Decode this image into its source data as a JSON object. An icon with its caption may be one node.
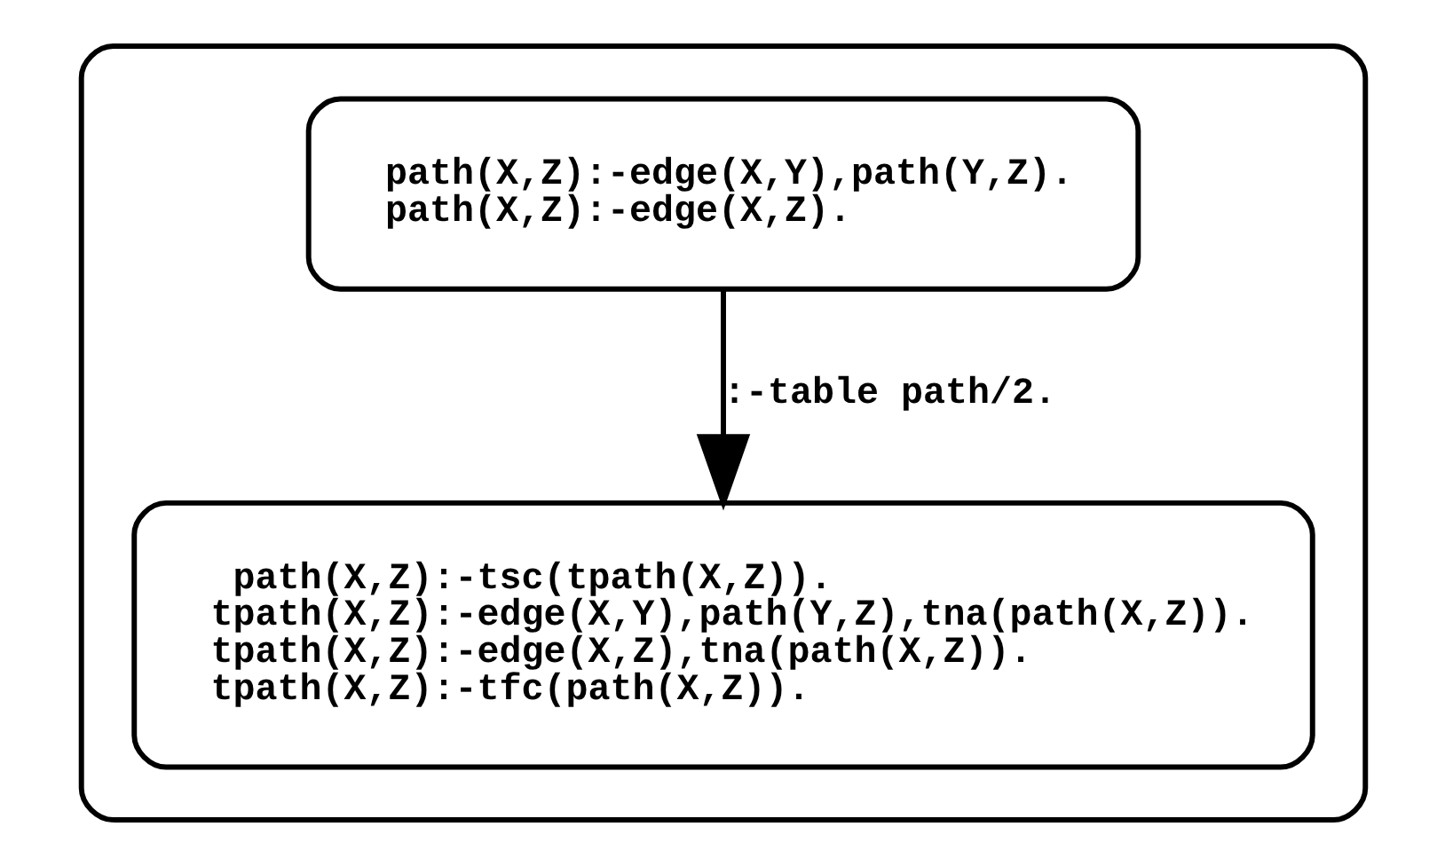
{
  "diagram": {
    "nodes": [
      {
        "text": [],
        "shape": "box"
      },
      {
        "text": [
          "path(X,Z):-edge(X,Y),path(Y,Z).",
          "path(X,Z):-edge(X,Z)."
        ],
        "in": 0
      },
      {
        "text": [
          " path(X,Z):-tsc(tpath(X,Z)).",
          "tpath(X,Z):-edge(X,Y),path(Y,Z),tna(path(X,Z)).",
          "tpath(X,Z):-edge(X,Z),tna(path(X,Z)).",
          "tpath(X,Z):-tfc(path(X,Z))."
        ],
        "in": 0
      }
    ],
    "edges": [
      {
        "from": 1,
        "to": 2,
        "arrow": "to",
        "label": ":-table path/2."
      }
    ]
  }
}
